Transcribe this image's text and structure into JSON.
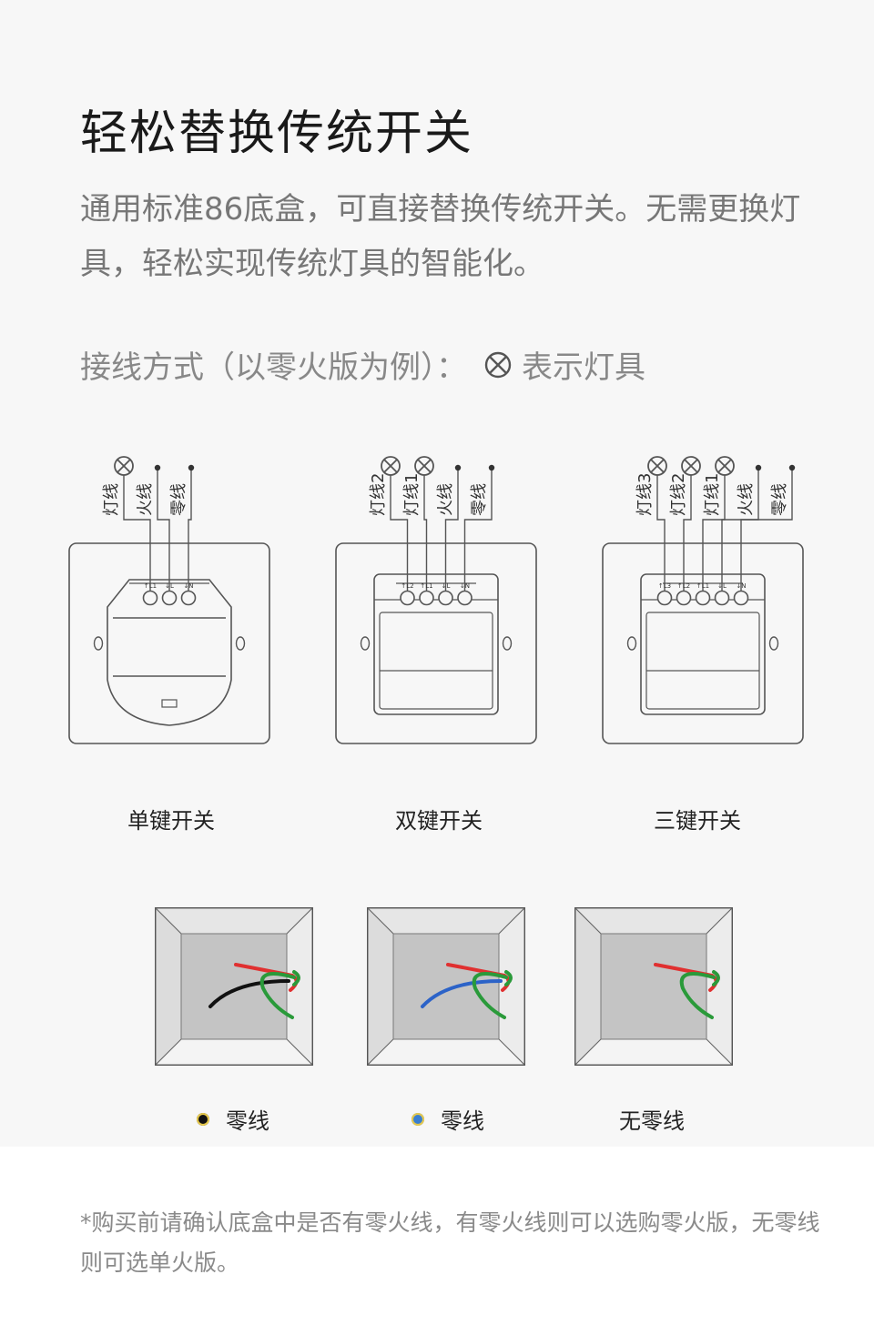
{
  "title": "轻松替换传统开关",
  "description": "通用标准86底盒，可直接替换传统开关。无需更换灯具，轻松实现传统灯具的智能化。",
  "wiring_label": "接线方式（以零火版为例）：",
  "lamp_legend": "表示灯具",
  "switches": [
    {
      "caption": "单键开关",
      "wires": [
        "灯线",
        "火线",
        "零线"
      ],
      "terminals": [
        "↑L1",
        "↓L",
        "↓N"
      ]
    },
    {
      "caption": "双键开关",
      "wires": [
        "灯线2",
        "灯线1",
        "火线",
        "零线"
      ],
      "terminals": [
        "↑L2",
        "↑L1",
        "↓L",
        "↓N"
      ]
    },
    {
      "caption": "三键开关",
      "wires": [
        "灯线3",
        "灯线2",
        "灯线1",
        "火线",
        "零线"
      ],
      "terminals": [
        "↑L3",
        "↑L2",
        "↑L1",
        "↓L",
        "↓N"
      ]
    }
  ],
  "boxes": [
    {
      "caption": "零线",
      "dot_color": "#111111",
      "neutral_color": "#111111"
    },
    {
      "caption": "零线",
      "dot_color": "#3a7fd0",
      "neutral_color": "#2c63c8"
    },
    {
      "caption": "无零线",
      "dot_color": null,
      "neutral_color": null
    }
  ],
  "colors": {
    "live": "#e03030",
    "earth": "#2a9a3a",
    "line": "#555555"
  },
  "note": "*购买前请确认底盒中是否有零火线，有零火线则可以选购零火版，无零线则可选单火版。"
}
